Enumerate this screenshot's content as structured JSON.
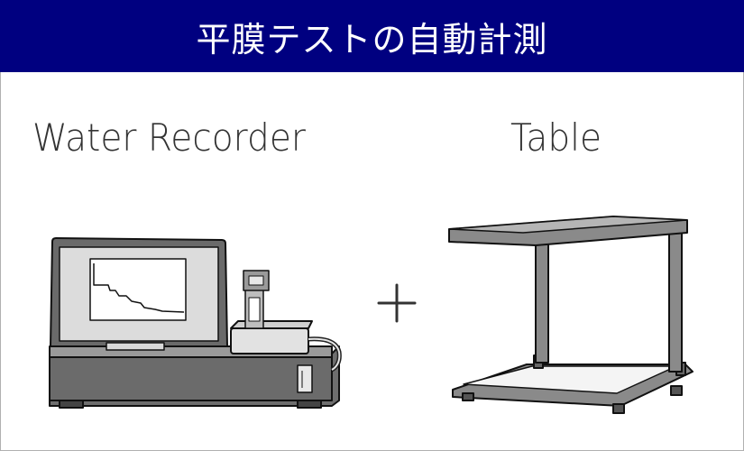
{
  "header": {
    "title": "平膜テストの自動計測"
  },
  "items": [
    {
      "label": "Water Recorder"
    },
    {
      "label": "Table"
    }
  ],
  "operator": "+",
  "colors": {
    "header_bg": "#000080",
    "device_body": "#6e6e6e",
    "table_frame": "#8a8a8a"
  }
}
